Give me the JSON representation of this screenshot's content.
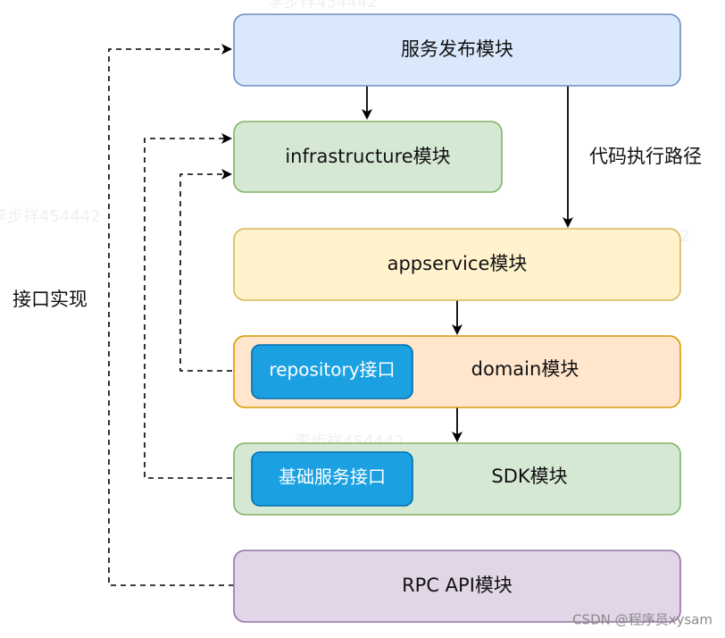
{
  "modules": {
    "publish": {
      "label": "服务发布模块",
      "fill": "#dae8fc",
      "stroke": "#6c8ebf"
    },
    "infrastructure": {
      "label": "infrastructure模块",
      "fill": "#d5e8d4",
      "stroke": "#82b366"
    },
    "appservice": {
      "label": "appservice模块",
      "fill": "#fff2cc",
      "stroke": "#d6b656"
    },
    "domain": {
      "label": "domain模块",
      "fill": "#ffe6cc",
      "stroke": "#d79b00"
    },
    "sdk": {
      "label": "SDK模块",
      "fill": "#d5e8d4",
      "stroke": "#82b366"
    },
    "rpc": {
      "label": "RPC API模块",
      "fill": "#e1d5e7",
      "stroke": "#9673a6"
    }
  },
  "inner_boxes": {
    "repository": {
      "label": "repository接口",
      "fill": "#1ba1e2",
      "stroke": "#006eaf"
    },
    "base_service": {
      "label": "基础服务接口",
      "fill": "#1ba1e2",
      "stroke": "#006eaf"
    }
  },
  "side_labels": {
    "exec_path": "代码执行路径",
    "interface_impl": "接口实现"
  },
  "watermark": {
    "footer": "CSDN @程序员xysam",
    "repeat": "李步祥454442"
  },
  "colors": {
    "arrow": "#000000",
    "dashed": "#000000"
  }
}
